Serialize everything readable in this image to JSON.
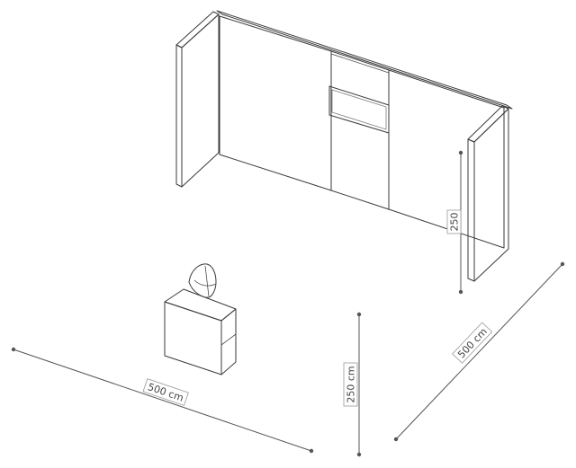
{
  "dimensions": {
    "width_front": "500 cm",
    "height_front": "250 cm",
    "depth_side": "500 cm",
    "height_back": "250"
  },
  "colors": {
    "line": "#3a3a3a",
    "wall_face": "#ffffff",
    "wall_edge": "#d9d9d9",
    "screen_frame": "#cfcfcf",
    "dim_line": "#555555"
  }
}
